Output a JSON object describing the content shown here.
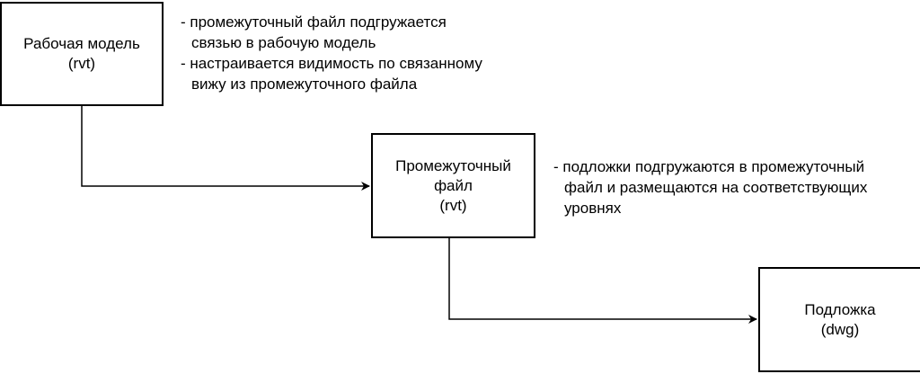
{
  "nodes": {
    "working_model": {
      "lines": [
        "Рабочая модель",
        "(rvt)"
      ]
    },
    "intermediate_file": {
      "lines": [
        "Промежуточный",
        "файл",
        "(rvt)"
      ]
    },
    "underlay": {
      "lines": [
        "Подложка",
        "(dwg)"
      ]
    }
  },
  "notes": {
    "working_model_notes": [
      "- промежуточный файл подгружается",
      "связью в рабочую модель",
      "- настраивается видимость по связанному",
      "вижу из промежуточного файла"
    ],
    "intermediate_file_notes": [
      "- подложки подгружаются в промежуточный",
      "файл и размещаются на соответствующих",
      "уровнях"
    ]
  },
  "colors": {
    "stroke": "#000000",
    "background": "#ffffff"
  }
}
